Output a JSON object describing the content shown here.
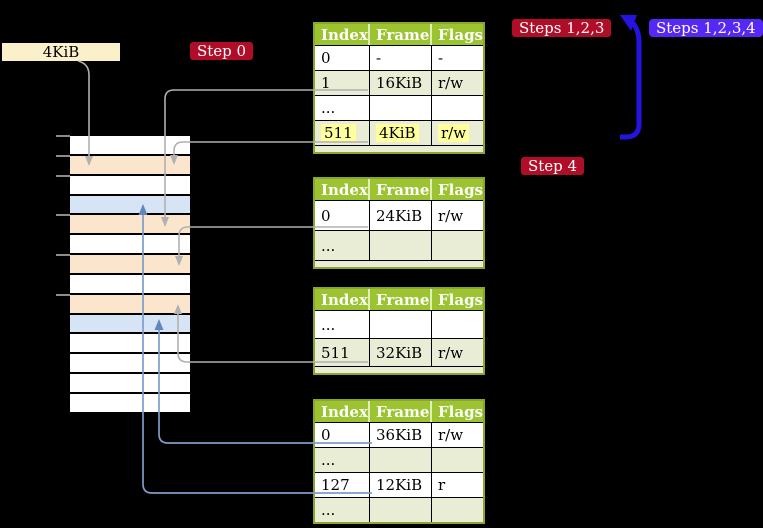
{
  "labels": {
    "frame_size": "4KiB",
    "step0": "Step 0",
    "steps123": "Steps 1,2,3",
    "steps1234": "Steps 1,2,3,4",
    "step4": "Step 4"
  },
  "memory_column": {
    "rows": [
      "white",
      "orange",
      "white",
      "blue",
      "orange",
      "white",
      "orange",
      "white",
      "orange",
      "blue",
      "white",
      "white",
      "white",
      "white"
    ]
  },
  "page_tables": [
    {
      "name": "page-table-step0",
      "headers": [
        "Index",
        "Frame",
        "Flags"
      ],
      "truncated": true,
      "rows": [
        {
          "cells": [
            "0",
            "-",
            "-"
          ],
          "shaded": false,
          "highlight": false
        },
        {
          "cells": [
            "1",
            "16KiB",
            "r/w"
          ],
          "shaded": true,
          "highlight": false
        },
        {
          "cells": [
            "...",
            "",
            ""
          ],
          "shaded": false,
          "highlight": false
        },
        {
          "cells": [
            "511",
            "4KiB",
            "r/w"
          ],
          "shaded": true,
          "highlight": true
        }
      ]
    },
    {
      "name": "page-table-step1",
      "headers": [
        "Index",
        "Frame",
        "Flags"
      ],
      "truncated": true,
      "rows": [
        {
          "cells": [
            "0",
            "24KiB",
            "r/w"
          ],
          "shaded": false,
          "highlight": false
        },
        {
          "cells": [
            "...",
            "",
            ""
          ],
          "shaded": true,
          "highlight": false
        }
      ]
    },
    {
      "name": "page-table-step2",
      "headers": [
        "Index",
        "Frame",
        "Flags"
      ],
      "truncated": true,
      "rows": [
        {
          "cells": [
            "...",
            "",
            ""
          ],
          "shaded": false,
          "highlight": false
        },
        {
          "cells": [
            "511",
            "32KiB",
            "r/w"
          ],
          "shaded": true,
          "highlight": false
        }
      ]
    },
    {
      "name": "page-table-step3",
      "headers": [
        "Index",
        "Frame",
        "Flags"
      ],
      "truncated": false,
      "rows": [
        {
          "cells": [
            "0",
            "36KiB",
            "r/w"
          ],
          "shaded": false,
          "highlight": false
        },
        {
          "cells": [
            "...",
            "",
            ""
          ],
          "shaded": true,
          "highlight": false
        },
        {
          "cells": [
            "127",
            "12KiB",
            "r"
          ],
          "shaded": false,
          "highlight": false
        },
        {
          "cells": [
            "...",
            "",
            ""
          ],
          "shaded": true,
          "highlight": false
        }
      ]
    }
  ],
  "colors": {
    "badge_crimson": "#B00D28",
    "badge_purple": "#5628F5",
    "arrow_blue": "#2414E0",
    "connector_gray": "#B0B0B0",
    "connector_blue": "#7E9DC8",
    "connector_blue_head": "#6185BC",
    "header_green": "#9CC431",
    "table_border": "#8CA62C",
    "row_shade": "#E9EDD6",
    "mem_orange": "#FCE5CD",
    "mem_blue": "#D7E4F6",
    "label_cream": "#FAF0C9",
    "highlight_yellow": "#FFFF9E"
  }
}
